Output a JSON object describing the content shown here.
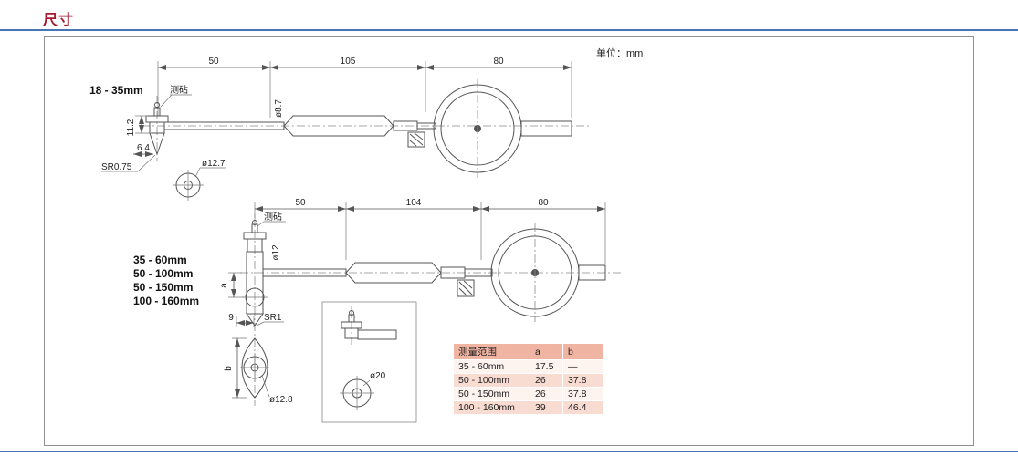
{
  "page": {
    "heading": "尺寸",
    "unit_label": "单位：mm"
  },
  "colors": {
    "heading_color": "#a6192e",
    "rule_color": "#4a74b8",
    "table_header_bg": "#f0b4a2",
    "table_row_pink": "#f8dcd2",
    "table_row_light": "#fdf3ef"
  },
  "drawing_top": {
    "range": "18 - 35mm",
    "anvil": "测砧",
    "dim_50": "50",
    "dim_105": "105",
    "dim_80": "80",
    "rod_dia": "ø8.7",
    "dim_11_2": "11.2",
    "dim_6_4": "6.4",
    "tip_radius": "SR0.75",
    "contact_dia": "ø12.7"
  },
  "drawing_bottom": {
    "ranges": [
      "35 - 60mm",
      "50 - 100mm",
      "50 - 150mm",
      "100 - 160mm"
    ],
    "anvil": "测砧",
    "dim_50": "50",
    "dim_104": "104",
    "dim_80": "80",
    "rod_dia": "ø12",
    "dim_a": "a",
    "dim_9": "9",
    "tip_radius": "SR1",
    "contact_dia": "ø12.8",
    "detail_dia": "ø20",
    "dim_b": "b"
  },
  "table": {
    "headers": [
      "测量范围",
      "a",
      "b"
    ],
    "rows": [
      {
        "range": "35 - 60mm",
        "a": "17.5",
        "b": "—"
      },
      {
        "range": "50 - 100mm",
        "a": "26",
        "b": "37.8"
      },
      {
        "range": "50 - 150mm",
        "a": "26",
        "b": "37.8"
      },
      {
        "range": "100 - 160mm",
        "a": "39",
        "b": "46.4"
      }
    ]
  }
}
